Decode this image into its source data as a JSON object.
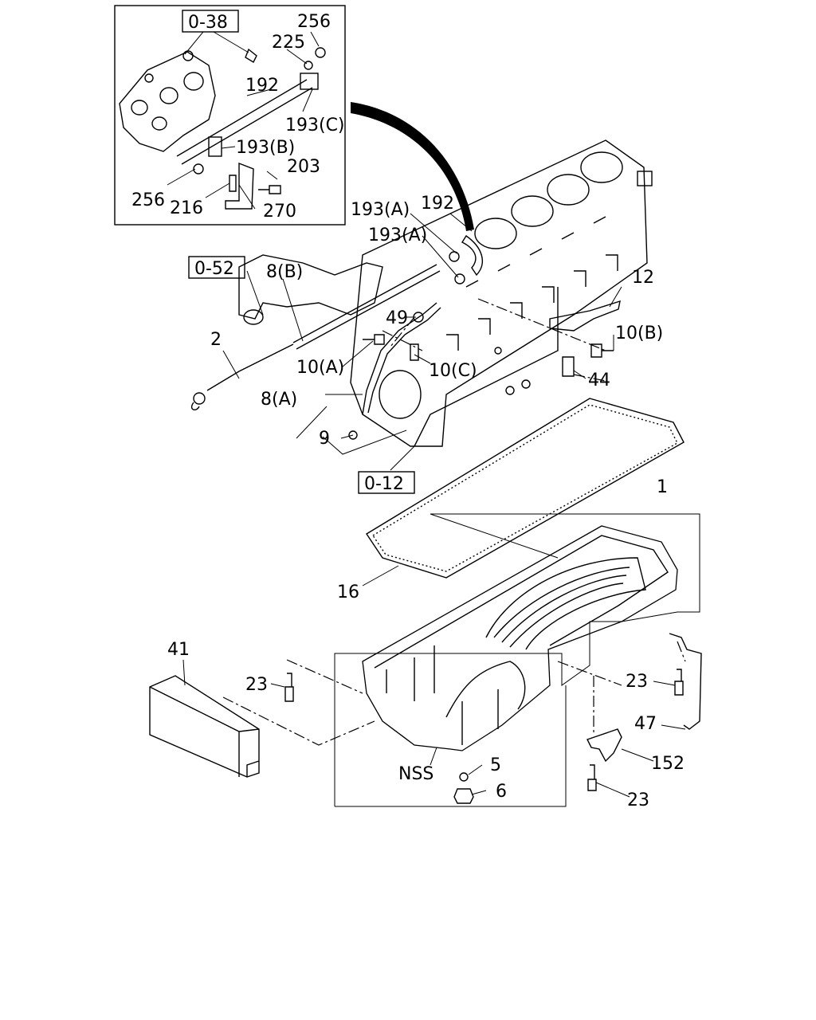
{
  "refs": {
    "r038": "0-38",
    "r052": "0-52",
    "r012": "0-12"
  },
  "labels": {
    "l256a": "256",
    "l225": "225",
    "l192a": "192",
    "l193c_in": "193(C)",
    "l193b": "193(B)",
    "l203": "203",
    "l256b": "256",
    "l216": "216",
    "l270": "270",
    "l193a1": "193(A)",
    "l192b": "192",
    "l193a2": "193(A)",
    "l8b": "8(B)",
    "l12": "12",
    "l49": "49",
    "l10b": "10(B)",
    "l2": "2",
    "l10a": "10(A)",
    "l10c": "10(C)",
    "l44": "44",
    "l8a": "8(A)",
    "l9": "9",
    "l1": "1",
    "l16": "16",
    "l41": "41",
    "l23a": "23",
    "l23b": "23",
    "l47": "47",
    "lnss": "NSS",
    "l5": "5",
    "l6": "6",
    "l152": "152",
    "l23c": "23"
  }
}
